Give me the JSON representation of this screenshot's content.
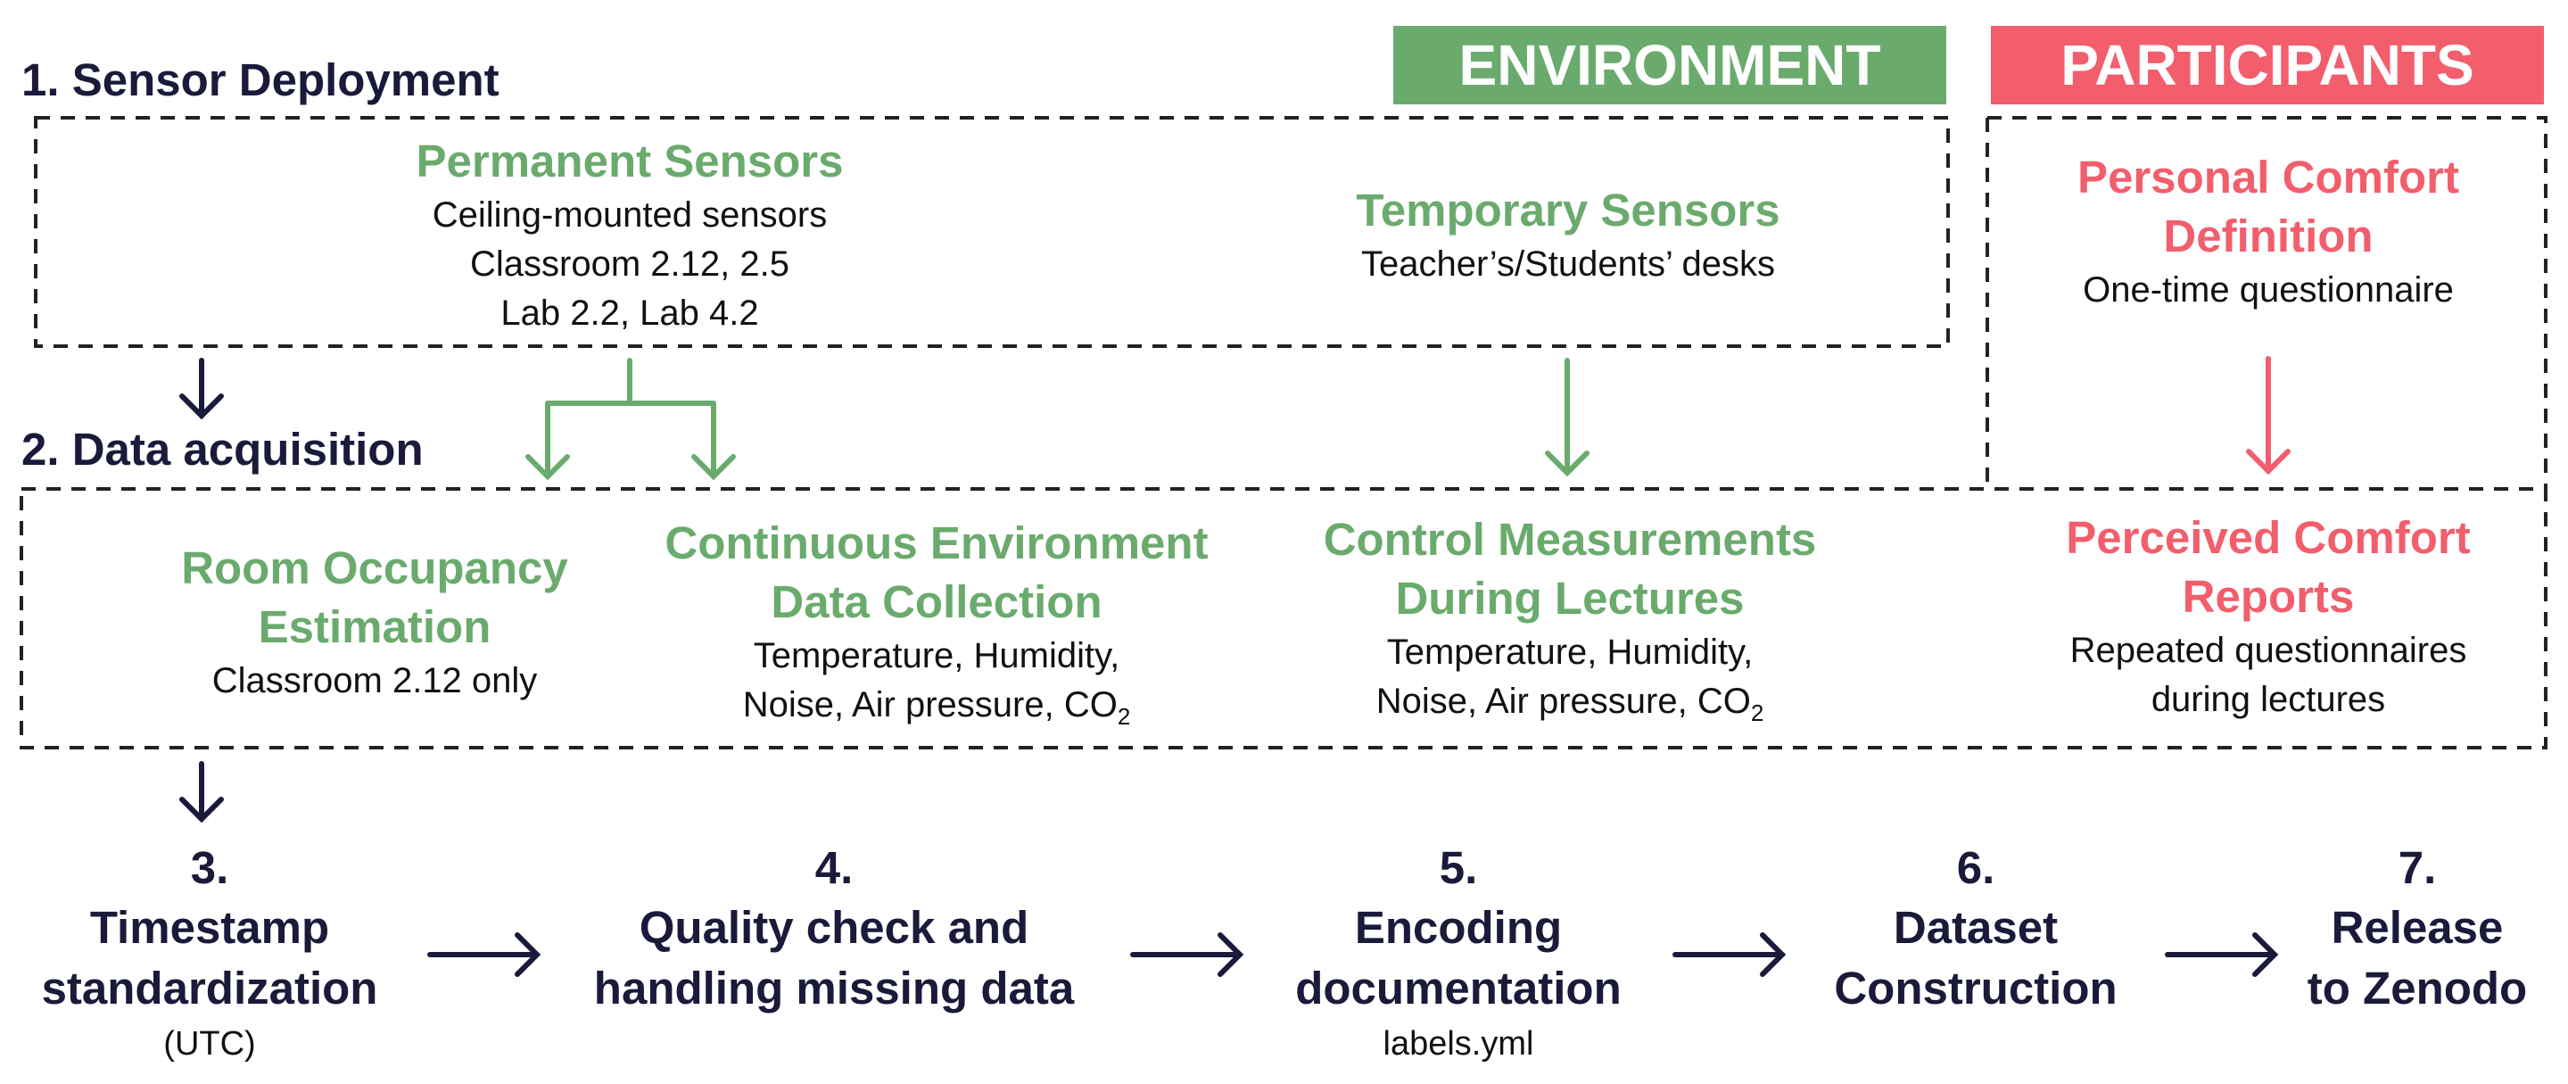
{
  "sections": {
    "deployment_title": "1. Sensor Deployment",
    "acquisition_title": "2. Data acquisition"
  },
  "banners": {
    "environment": "ENVIRONMENT",
    "participants": "PARTICIPANTS"
  },
  "colors": {
    "environment": "#6aab6d",
    "participants": "#f25e6c",
    "navy": "#1a1a3a"
  },
  "permanent": {
    "title": "Permanent Sensors",
    "line1": "Ceiling-mounted sensors",
    "line2": "Classroom 2.12, 2.5",
    "line3": "Lab 2.2, Lab 4.2"
  },
  "temporary": {
    "title": "Temporary Sensors",
    "line1": "Teacher’s/Students’ desks"
  },
  "personal": {
    "title_line1": "Personal Comfort",
    "title_line2": "Definition",
    "line1": "One-time questionnaire"
  },
  "occupancy": {
    "title_line1": "Room Occupancy",
    "title_line2": "Estimation",
    "line1": "Classroom 2.12 only"
  },
  "continuous": {
    "title_line1": "Continuous Environment",
    "title_line2": "Data Collection",
    "line1": "Temperature, Humidity,",
    "line2": "Noise, Air pressure, CO",
    "sub": "2"
  },
  "control": {
    "title_line1": "Control Measurements",
    "title_line2": "During Lectures",
    "line1": "Temperature, Humidity,",
    "line2": "Noise, Air pressure, CO",
    "sub": "2"
  },
  "perceived": {
    "title_line1": "Perceived Comfort",
    "title_line2": "Reports",
    "line1": "Repeated questionnaires",
    "line2": "during lectures"
  },
  "steps": [
    {
      "num": "3.",
      "line1": "Timestamp",
      "line2": "standardization",
      "note": "(UTC)"
    },
    {
      "num": "4.",
      "line1": "Quality check and",
      "line2": "handling missing data",
      "note": ""
    },
    {
      "num": "5.",
      "line1": "Encoding",
      "line2": "documentation",
      "note": "labels.yml"
    },
    {
      "num": "6.",
      "line1": "Dataset",
      "line2": "Construction",
      "note": ""
    },
    {
      "num": "7.",
      "line1": "Release",
      "line2": "to Zenodo",
      "note": ""
    }
  ]
}
